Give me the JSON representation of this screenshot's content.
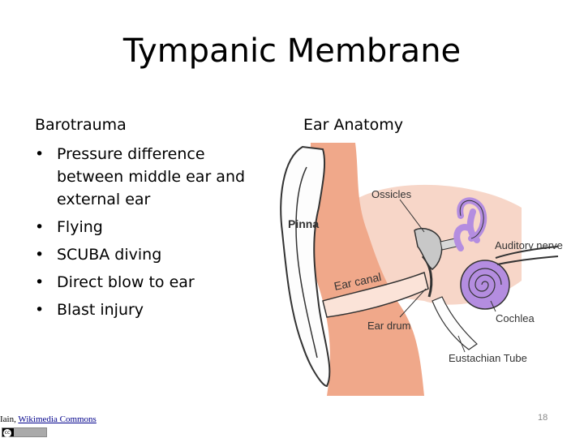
{
  "slide": {
    "title": "Tympanic Membrane",
    "left_heading": "Barotrauma",
    "right_heading": "Ear Anatomy",
    "bullets": [
      "Pressure difference between middle ear and external ear",
      "Flying",
      "SCUBA diving",
      "Direct blow to ear",
      "Blast injury"
    ],
    "slide_number": "18"
  },
  "diagram": {
    "labels": {
      "pinna": "Pinna",
      "ossicles": "Ossicles",
      "auditory_nerve": "Auditory nerve",
      "ear_canal": "Ear canal",
      "cochlea": "Cochlea",
      "ear_drum": "Ear drum",
      "eustachian_tube": "Eustachian Tube"
    },
    "colors": {
      "skin": "#f0a88a",
      "middle_ear": "#f7d6c8",
      "cochlea": "#b48de0",
      "bone": "#c8c8c8"
    }
  },
  "attribution": {
    "author": "Iain,",
    "link_text": "Wikimedia Commons",
    "license_badge": "CC BY-SA"
  }
}
